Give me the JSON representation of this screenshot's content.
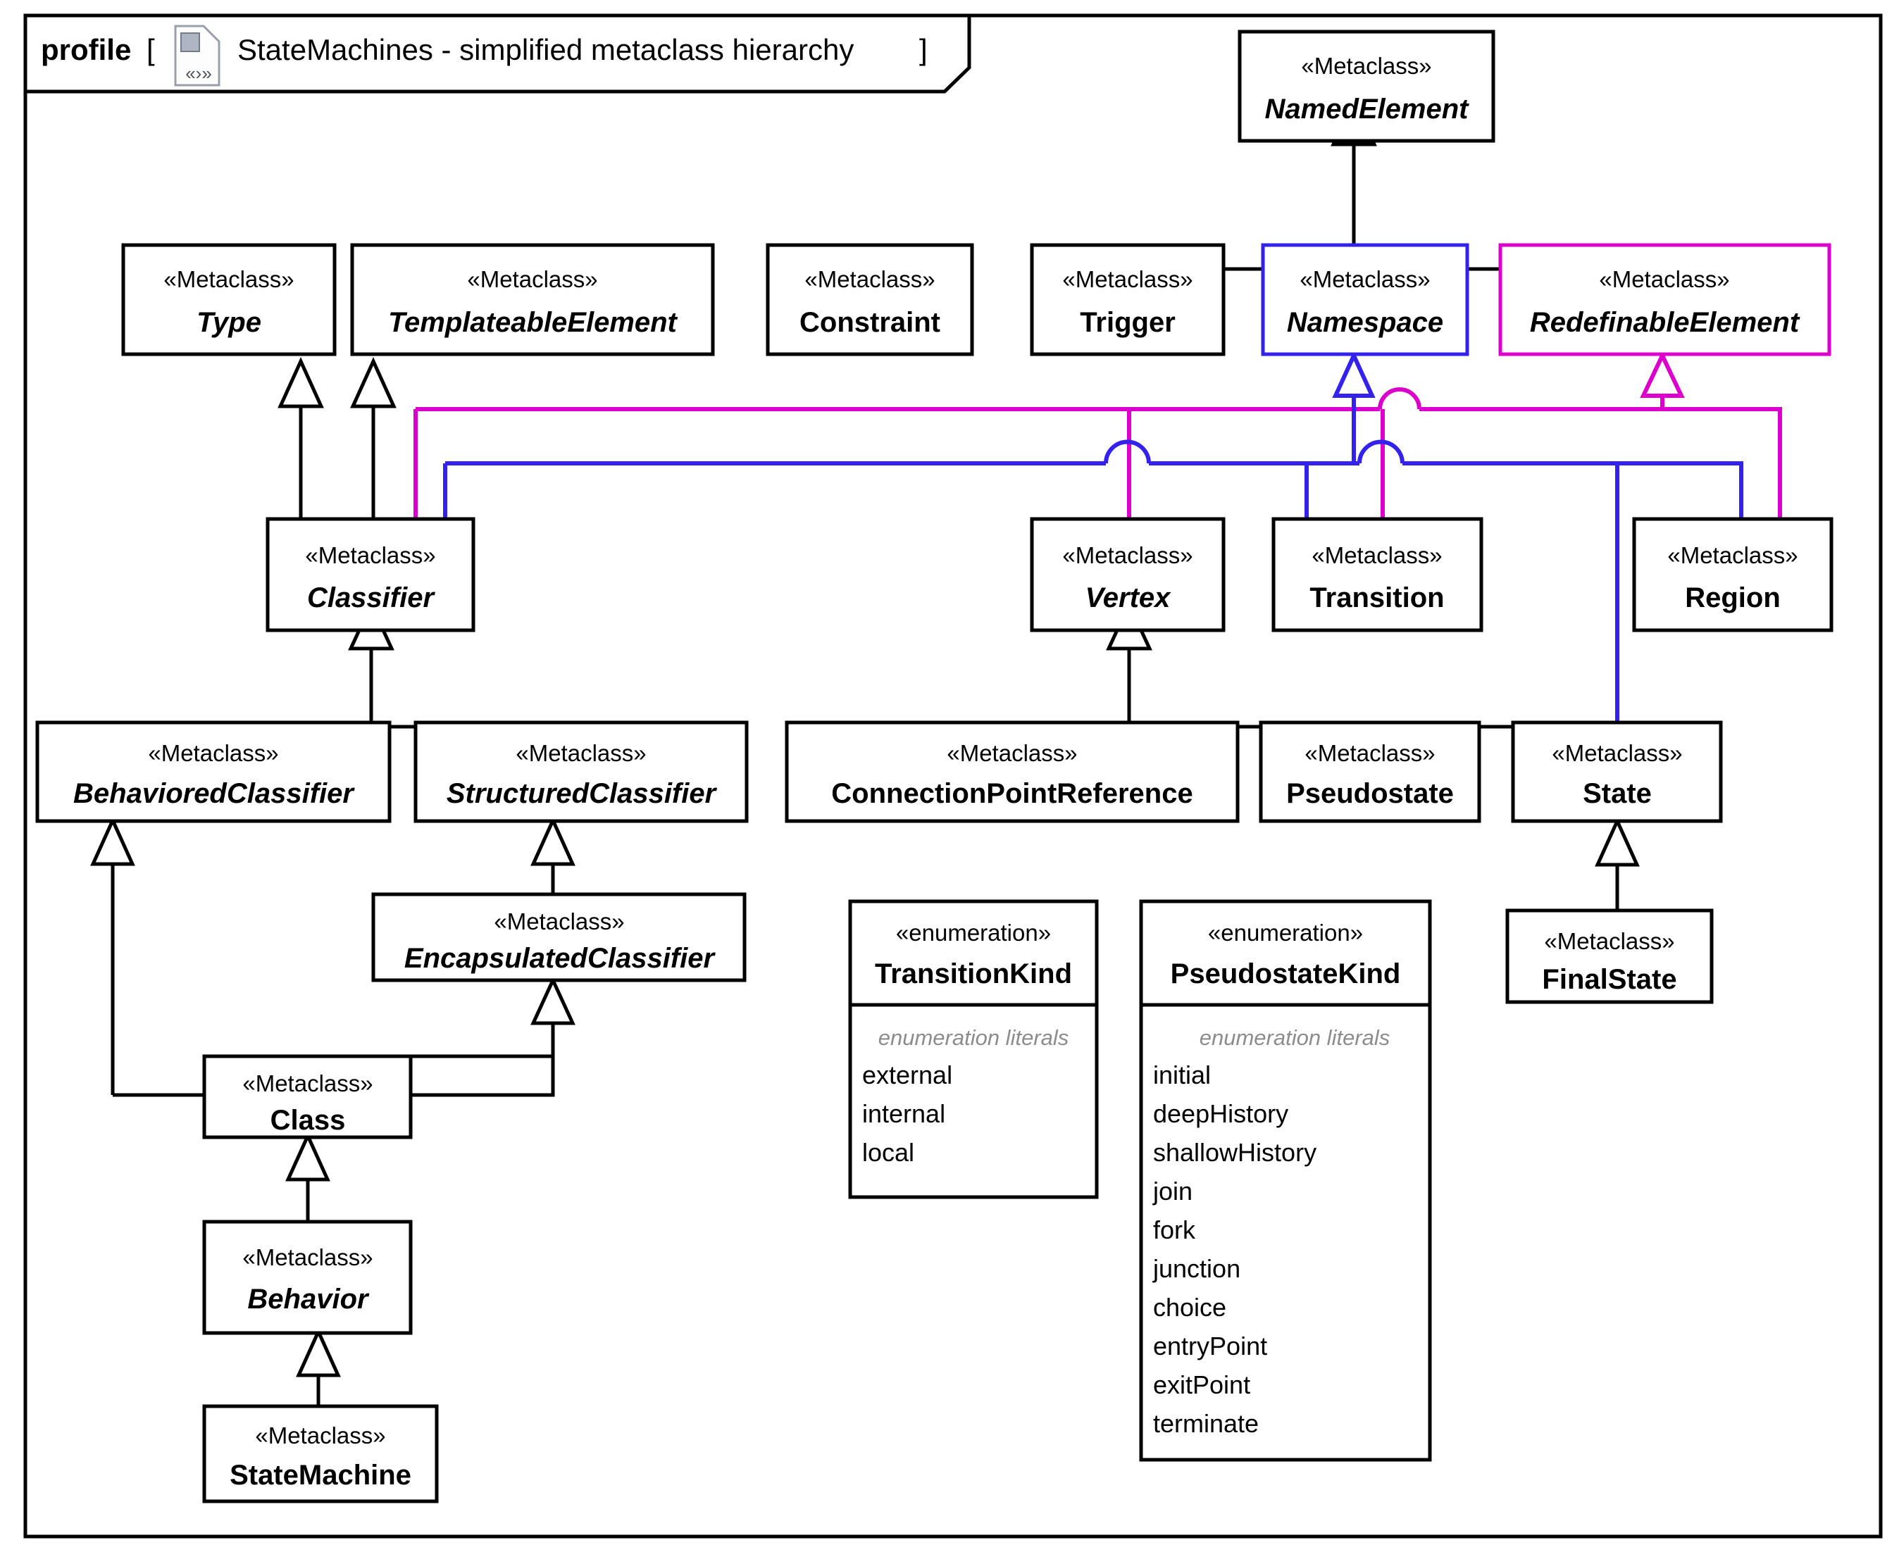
{
  "frame": {
    "keyword": "profile",
    "bracket_open": "[",
    "bracket_close": "]",
    "title": "StateMachines - simplified metaclass hierarchy",
    "icon": "profile-document-icon",
    "icon_glyph": "«›»"
  },
  "colors": {
    "black": "#000000",
    "blue": "#3322EE",
    "magenta": "#DD00CC",
    "literal_label_gray": "#8C8C8C",
    "background": "#FFFFFF"
  },
  "stereotypes": {
    "metaclass": "«Metaclass»",
    "enumeration": "«enumeration»"
  },
  "literals_caption": "enumeration literals",
  "classes": [
    {
      "id": "NamedElement",
      "name": "NamedElement",
      "stereotype": "«Metaclass»",
      "abstract": true,
      "border": "#000000"
    },
    {
      "id": "Type",
      "name": "Type",
      "stereotype": "«Metaclass»",
      "abstract": true,
      "border": "#000000"
    },
    {
      "id": "TemplateableElement",
      "name": "TemplateableElement",
      "stereotype": "«Metaclass»",
      "abstract": true,
      "border": "#000000"
    },
    {
      "id": "Constraint",
      "name": "Constraint",
      "stereotype": "«Metaclass»",
      "abstract": false,
      "border": "#000000"
    },
    {
      "id": "Trigger",
      "name": "Trigger",
      "stereotype": "«Metaclass»",
      "abstract": false,
      "border": "#000000"
    },
    {
      "id": "Namespace",
      "name": "Namespace",
      "stereotype": "«Metaclass»",
      "abstract": true,
      "border": "#3322EE"
    },
    {
      "id": "RedefinableElement",
      "name": "RedefinableElement",
      "stereotype": "«Metaclass»",
      "abstract": true,
      "border": "#DD00CC"
    },
    {
      "id": "Classifier",
      "name": "Classifier",
      "stereotype": "«Metaclass»",
      "abstract": true,
      "border": "#000000"
    },
    {
      "id": "Vertex",
      "name": "Vertex",
      "stereotype": "«Metaclass»",
      "abstract": true,
      "border": "#000000"
    },
    {
      "id": "Transition",
      "name": "Transition",
      "stereotype": "«Metaclass»",
      "abstract": false,
      "border": "#000000"
    },
    {
      "id": "Region",
      "name": "Region",
      "stereotype": "«Metaclass»",
      "abstract": false,
      "border": "#000000"
    },
    {
      "id": "BehavioredClassifier",
      "name": "BehavioredClassifier",
      "stereotype": "«Metaclass»",
      "abstract": true,
      "border": "#000000"
    },
    {
      "id": "StructuredClassifier",
      "name": "StructuredClassifier",
      "stereotype": "«Metaclass»",
      "abstract": true,
      "border": "#000000"
    },
    {
      "id": "ConnectionPointReference",
      "name": "ConnectionPointReference",
      "stereotype": "«Metaclass»",
      "abstract": false,
      "border": "#000000"
    },
    {
      "id": "Pseudostate",
      "name": "Pseudostate",
      "stereotype": "«Metaclass»",
      "abstract": false,
      "border": "#000000"
    },
    {
      "id": "State",
      "name": "State",
      "stereotype": "«Metaclass»",
      "abstract": false,
      "border": "#000000"
    },
    {
      "id": "EncapsulatedClassifier",
      "name": "EncapsulatedClassifier",
      "stereotype": "«Metaclass»",
      "abstract": true,
      "border": "#000000"
    },
    {
      "id": "FinalState",
      "name": "FinalState",
      "stereotype": "«Metaclass»",
      "abstract": false,
      "border": "#000000"
    },
    {
      "id": "Class",
      "name": "Class",
      "stereotype": "«Metaclass»",
      "abstract": false,
      "border": "#000000"
    },
    {
      "id": "Behavior",
      "name": "Behavior",
      "stereotype": "«Metaclass»",
      "abstract": true,
      "border": "#000000"
    },
    {
      "id": "StateMachine",
      "name": "StateMachine",
      "stereotype": "«Metaclass»",
      "abstract": false,
      "border": "#000000"
    }
  ],
  "enumerations": [
    {
      "id": "TransitionKind",
      "name": "TransitionKind",
      "stereotype": "«enumeration»",
      "literals_caption": "enumeration literals",
      "literals": [
        "external",
        "internal",
        "local"
      ]
    },
    {
      "id": "PseudostateKind",
      "name": "PseudostateKind",
      "stereotype": "«enumeration»",
      "literals_caption": "enumeration literals",
      "literals": [
        "initial",
        "deepHistory",
        "shallowHistory",
        "join",
        "fork",
        "junction",
        "choice",
        "entryPoint",
        "exitPoint",
        "terminate"
      ]
    }
  ],
  "generalizations": [
    {
      "child": "Trigger",
      "parent": "NamedElement",
      "color": "#000000"
    },
    {
      "child": "Namespace",
      "parent": "NamedElement",
      "color": "#000000"
    },
    {
      "child": "RedefinableElement",
      "parent": "NamedElement",
      "color": "#000000"
    },
    {
      "child": "Classifier",
      "parent": "Type",
      "color": "#000000"
    },
    {
      "child": "Classifier",
      "parent": "TemplateableElement",
      "color": "#000000"
    },
    {
      "child": "Classifier",
      "parent": "RedefinableElement",
      "color": "#DD00CC"
    },
    {
      "child": "Classifier",
      "parent": "Namespace",
      "color": "#3322EE"
    },
    {
      "child": "Vertex",
      "parent": "RedefinableElement",
      "color": "#DD00CC"
    },
    {
      "child": "Transition",
      "parent": "RedefinableElement",
      "color": "#DD00CC"
    },
    {
      "child": "Transition",
      "parent": "Namespace",
      "color": "#3322EE"
    },
    {
      "child": "Region",
      "parent": "RedefinableElement",
      "color": "#DD00CC"
    },
    {
      "child": "Region",
      "parent": "Namespace",
      "color": "#3322EE"
    },
    {
      "child": "State",
      "parent": "Namespace",
      "color": "#3322EE"
    },
    {
      "child": "BehavioredClassifier",
      "parent": "Classifier",
      "color": "#000000"
    },
    {
      "child": "StructuredClassifier",
      "parent": "Classifier",
      "color": "#000000"
    },
    {
      "child": "ConnectionPointReference",
      "parent": "Vertex",
      "color": "#000000"
    },
    {
      "child": "Pseudostate",
      "parent": "Vertex",
      "color": "#000000"
    },
    {
      "child": "State",
      "parent": "Vertex",
      "color": "#000000"
    },
    {
      "child": "EncapsulatedClassifier",
      "parent": "StructuredClassifier",
      "color": "#000000"
    },
    {
      "child": "FinalState",
      "parent": "State",
      "color": "#000000"
    },
    {
      "child": "Class",
      "parent": "BehavioredClassifier",
      "color": "#000000"
    },
    {
      "child": "Class",
      "parent": "EncapsulatedClassifier",
      "color": "#000000"
    },
    {
      "child": "Behavior",
      "parent": "Class",
      "color": "#000000"
    },
    {
      "child": "StateMachine",
      "parent": "Behavior",
      "color": "#000000"
    }
  ]
}
